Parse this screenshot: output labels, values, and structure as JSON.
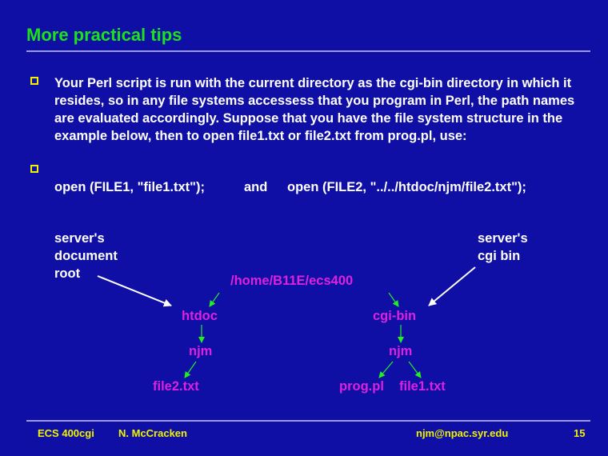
{
  "slide": {
    "title": "More practical tips",
    "paragraph": "Your Perl script is run with the current directory as the cgi-bin directory in which it resides, so in any file systems accessess that you program in Perl, the path names are evaluated accordingly.  Suppose that you have the file system structure in the example below, then to open file1.txt or file2.txt from prog.pl, use:",
    "code_left": "open (FILE1, \"file1.txt\");",
    "code_and": "and",
    "code_right": "open (FILE2, \"../../htdoc/njm/file2.txt\");"
  },
  "diagram": {
    "label_doc_line1": "server's",
    "label_doc_line2": "document",
    "label_doc_line3": "root",
    "label_cgi_line1": "server's",
    "label_cgi_line2": "cgi bin",
    "root": "/home/B11E/ecs400",
    "htdoc": "htdoc",
    "njm_left": "njm",
    "file2": "file2.txt",
    "cgibin": "cgi-bin",
    "njm_right": "njm",
    "prog": "prog.pl",
    "file1": "file1.txt"
  },
  "footer": {
    "course": "ECS 400cgi",
    "author": "N. McCracken",
    "email": "njm@npac.syr.edu",
    "page": "15"
  },
  "colors": {
    "background": "#0f0fa6",
    "title": "#1be21b",
    "node_text": "#dd22dd",
    "tree_arrows": "#22ee22",
    "footer_text": "#f2f200",
    "bullet": "#f0f000"
  }
}
